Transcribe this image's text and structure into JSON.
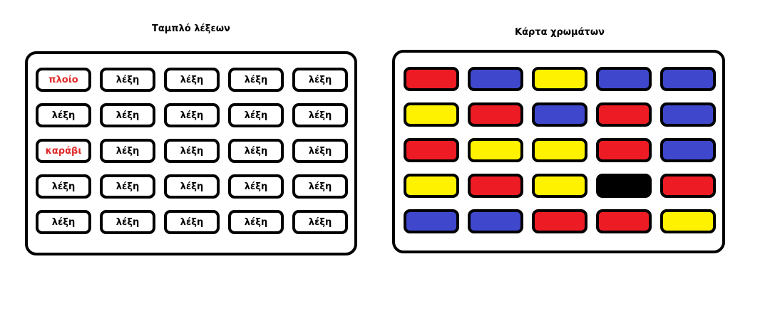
{
  "word_board": {
    "title": "Ταμπλό λέξεων",
    "cards": [
      [
        {
          "text": "πλοίο",
          "color": "#e02a2a"
        },
        {
          "text": "λέξη"
        },
        {
          "text": "λέξη"
        },
        {
          "text": "λέξη"
        },
        {
          "text": "λέξη"
        }
      ],
      [
        {
          "text": "λέξη"
        },
        {
          "text": "λέξη"
        },
        {
          "text": "λέξη"
        },
        {
          "text": "λέξη"
        },
        {
          "text": "λέξη"
        }
      ],
      [
        {
          "text": "καράβι",
          "color": "#e02a2a"
        },
        {
          "text": "λέξη"
        },
        {
          "text": "λέξη"
        },
        {
          "text": "λέξη"
        },
        {
          "text": "λέξη"
        }
      ],
      [
        {
          "text": "λέξη"
        },
        {
          "text": "λέξη"
        },
        {
          "text": "λέξη"
        },
        {
          "text": "λέξη"
        },
        {
          "text": "λέξη"
        }
      ],
      [
        {
          "text": "λέξη"
        },
        {
          "text": "λέξη"
        },
        {
          "text": "λέξη"
        },
        {
          "text": "λέξη"
        },
        {
          "text": "λέξη"
        }
      ]
    ]
  },
  "color_board": {
    "title": "Κάρτα χρωμάτων",
    "palette": {
      "red": "#ed1c24",
      "blue": "#3f48cc",
      "yellow": "#fff200",
      "black": "#000000"
    },
    "cards": [
      [
        "red",
        "blue",
        "yellow",
        "blue",
        "blue"
      ],
      [
        "yellow",
        "red",
        "blue",
        "red",
        "blue"
      ],
      [
        "red",
        "yellow",
        "yellow",
        "red",
        "blue"
      ],
      [
        "yellow",
        "red",
        "yellow",
        "black",
        "red"
      ],
      [
        "blue",
        "blue",
        "red",
        "red",
        "yellow"
      ]
    ]
  }
}
